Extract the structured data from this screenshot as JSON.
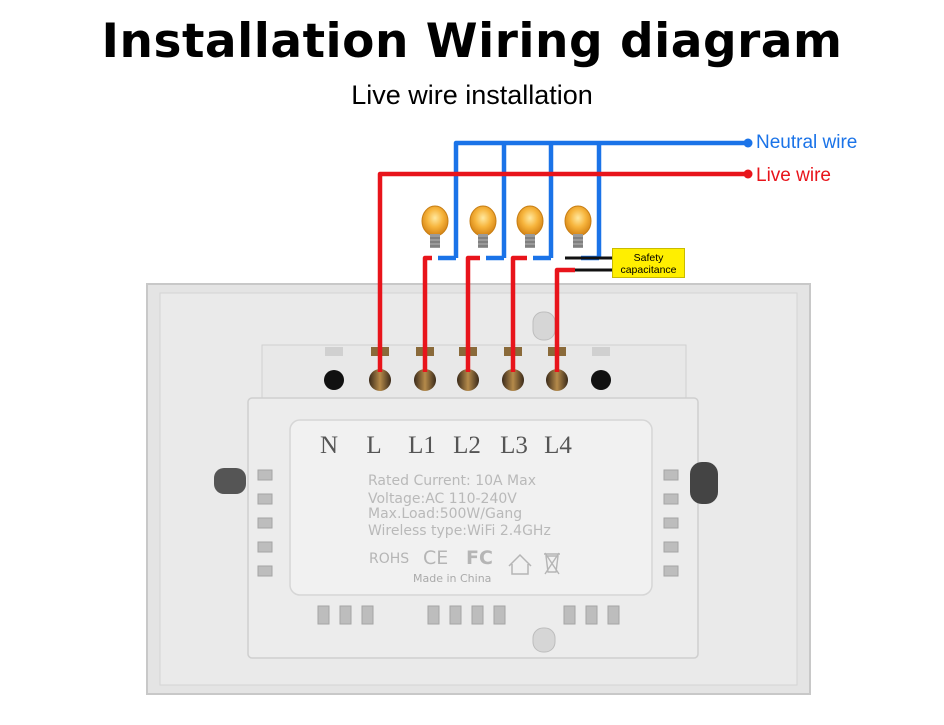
{
  "title": "Installation Wiring diagram",
  "subtitle": "Live wire installation",
  "wires": {
    "neutral_label": "Neutral wire",
    "live_label": "Live wire",
    "neutral_color": "#1a73e8",
    "live_color": "#e8141b"
  },
  "capacitor": {
    "label_line1": "Safety",
    "label_line2": "capacitance",
    "color": "#ffef00"
  },
  "bulbs": [
    "bulb-1",
    "bulb-2",
    "bulb-3",
    "bulb-4"
  ],
  "terminals": [
    "N",
    "L",
    "L1",
    "L2",
    "L3",
    "L4"
  ],
  "specs": {
    "rated_current": "Rated Current: 10A Max",
    "voltage": "Voltage:AC 110-240V",
    "max_load": "Max.Load:500W/Gang",
    "wireless": "Wireless type:WiFi 2.4GHz"
  },
  "certifications": {
    "rohs": "ROHS",
    "ce": "CE",
    "fc": "FC"
  },
  "made_in": "Made in China"
}
